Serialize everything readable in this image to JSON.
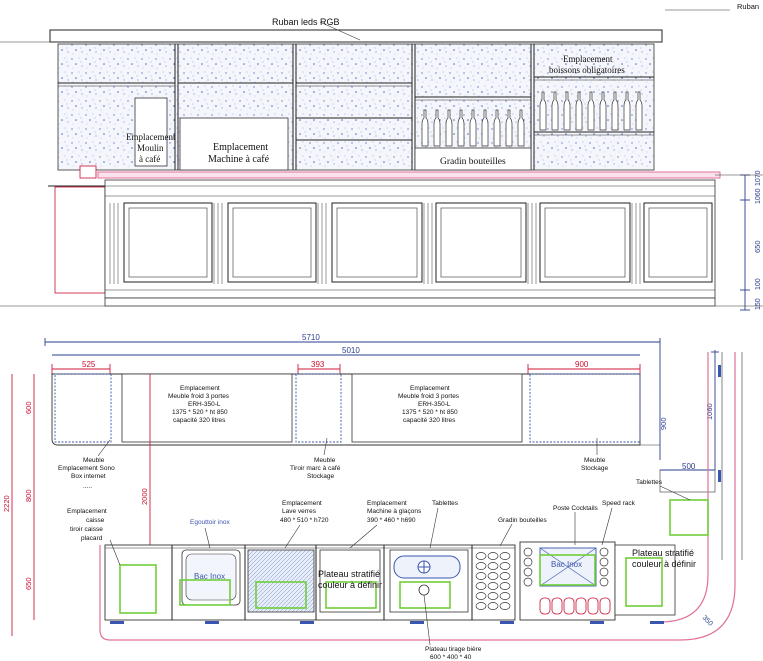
{
  "elevation": {
    "ruban_label": "Ruban leds RGB",
    "ruban_edge_label": "Ruban",
    "moulin_label": [
      "Emplacement",
      "Moulin",
      "à café"
    ],
    "machine_cafe_label": [
      "Emplacement",
      "Machine à café"
    ],
    "gradin_label": "Gradin bouteilles",
    "boissons_label": [
      "Emplacement",
      "boissons obligatoires"
    ],
    "dims_right": {
      "d1": "1060",
      "d2": "1070",
      "d3": "650",
      "d4": "100",
      "d5": "150"
    }
  },
  "plan": {
    "dims": {
      "total_width": "5710",
      "inner_width": "5010",
      "left_module": "525",
      "mid_module": "393",
      "right_module": "900",
      "return_depth": "900",
      "return_width": "500",
      "return_height": "1060",
      "height_600": "600",
      "height_800": "800",
      "height_650": "650",
      "overall_2220": "2220",
      "overall_2000": "2000",
      "corner": "350"
    },
    "fridge_left": [
      "Emplacement",
      "Meuble froid 3 portes",
      "ERH-350-L",
      "1375 * 520 * ht 850",
      "capacité 320 litres"
    ],
    "fridge_right": [
      "Emplacement",
      "Meuble froid 3 portes",
      "ERH-350-L",
      "1375 * 520 * ht 850",
      "capacité 320 litres"
    ],
    "meuble_sono": [
      "Meuble",
      "Emplacement Sono",
      "Box internet",
      "....."
    ],
    "meuble_tiroir": [
      "Meuble",
      "Tiroir marc à café",
      "Stockage"
    ],
    "meuble_stockage": [
      "Meuble",
      "Stockage"
    ],
    "caisse": [
      "Emplacement",
      "caisse",
      "tiroir caisse",
      "placard"
    ],
    "egouttoir": "Egouttoir inox",
    "lave_verres": [
      "Emplacement",
      "Lave verres",
      "480 * 510 * h720"
    ],
    "machine_glacons": [
      "Emplacement",
      "Machine à glaçons",
      "390 * 460 * h690"
    ],
    "tablettes": "Tablettes",
    "tablettes_right": "Tablettes",
    "gradin_bouteilles": "Gradin bouteilles",
    "poste_cocktails": "Poste Cocktails",
    "speed_rack": "Speed rack",
    "bac_inox_left": "Bac Inox",
    "bac_inox_right": "Bac Inox",
    "plateau_left": [
      "Plateau stratifié",
      "couleur à définir"
    ],
    "plateau_right": [
      "Plateau stratifié",
      "couleur à définir"
    ],
    "plateau_biere": [
      "Plateau tirage bière",
      "600 * 400 * 40"
    ]
  },
  "colors": {
    "dimension_blue": "#2a3f8f",
    "dimension_red": "#c8102e",
    "countertop_pink": "#e0709a",
    "marker_green": "#6fcf3a"
  }
}
